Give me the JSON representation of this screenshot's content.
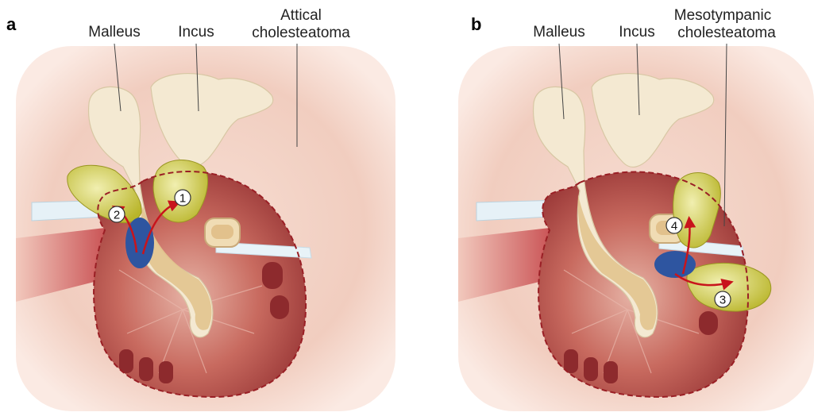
{
  "panels": [
    {
      "letter": "a",
      "labels": {
        "malleus": "Malleus",
        "incus": "Incus",
        "lesion_line1": "Attical",
        "lesion_line2": "cholesteatoma"
      },
      "markers": [
        "1",
        "2"
      ]
    },
    {
      "letter": "b",
      "labels": {
        "malleus": "Malleus",
        "incus": "Incus",
        "lesion_line1": "Mesotympanic",
        "lesion_line2": "cholesteatoma"
      },
      "markers": [
        "3",
        "4"
      ]
    }
  ],
  "colors": {
    "background_tissue": "#f1cfc2",
    "ossicle": "#f4e9d2",
    "cholesteatoma": "#c8c53a",
    "middle_ear_cavity": "#b9504c",
    "tympanic_opening": "#2e55a0",
    "boundary_dashes": "#9a1f25",
    "arrow": "#c8141c"
  }
}
